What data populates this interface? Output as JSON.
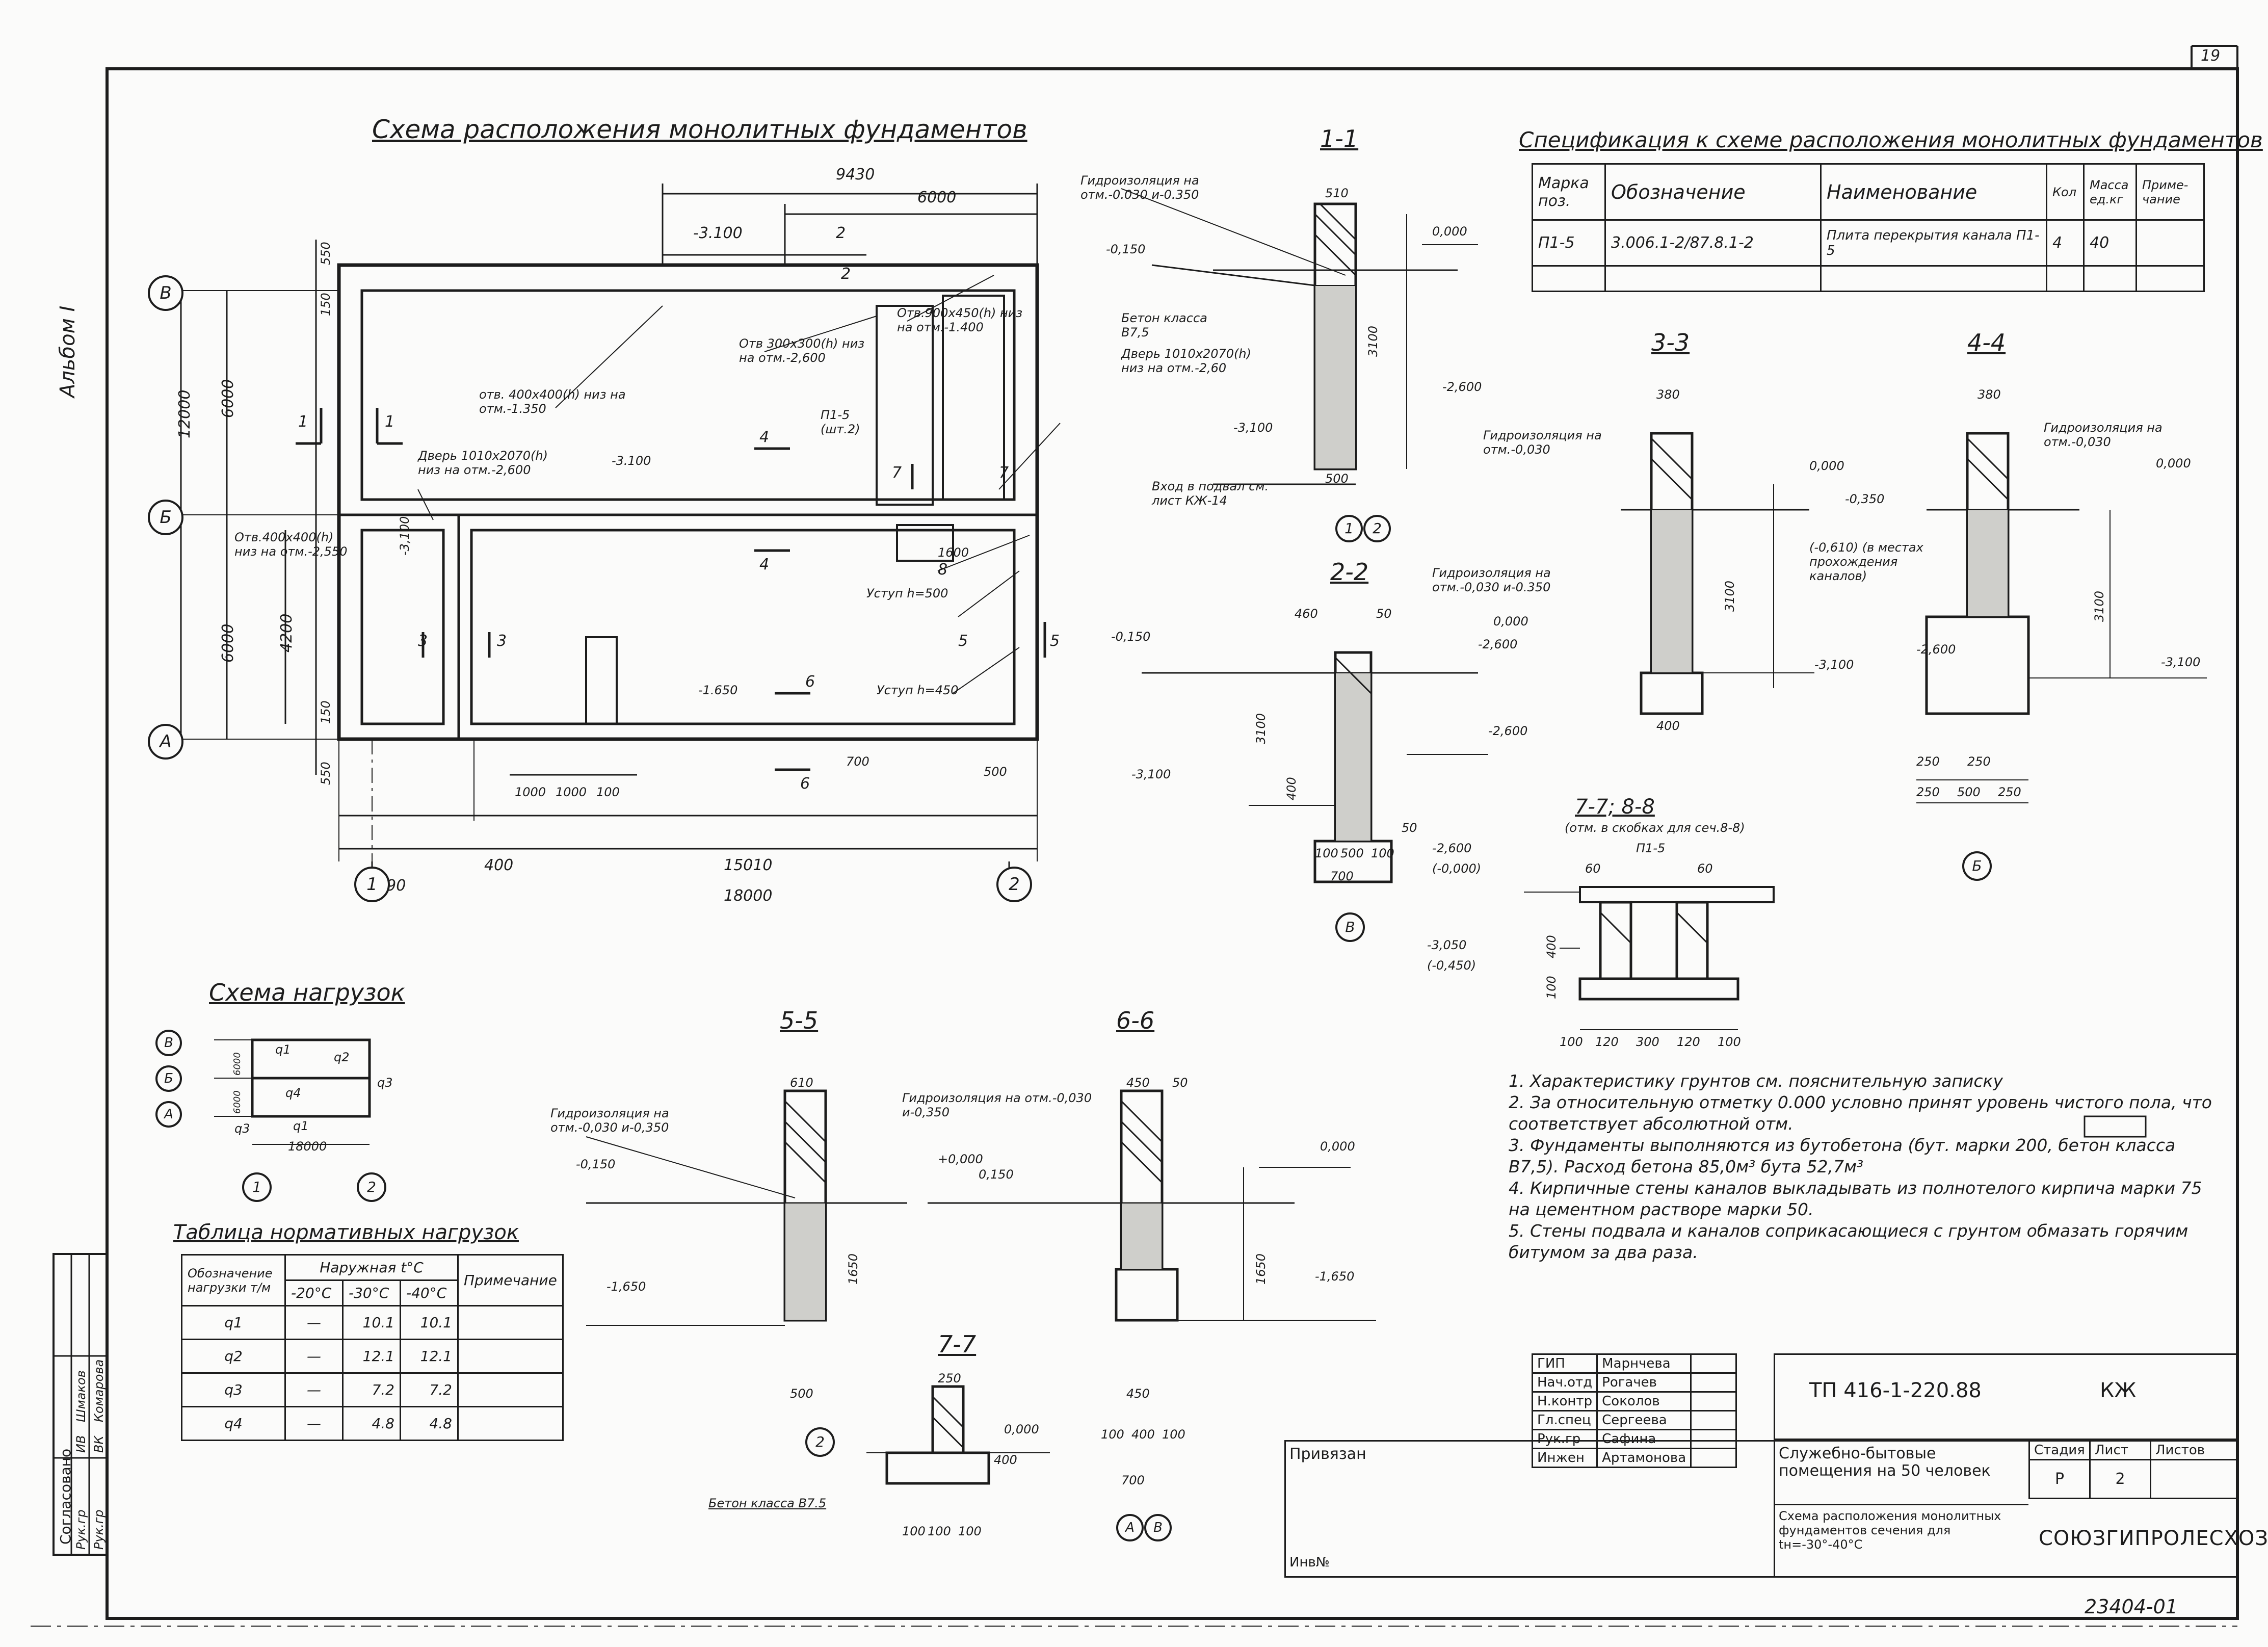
{
  "sheet_number": "19",
  "album": "Альбом I",
  "main_title": "Схема расположения монолитных фундаментов",
  "plan": {
    "dims_top": [
      "9430",
      "6000",
      "-3.100"
    ],
    "dims_bottom": [
      "2590",
      "400",
      "15010",
      "18000",
      "1000",
      "1000",
      "100",
      "700",
      "500"
    ],
    "dims_left": [
      "12000",
      "6000",
      "6000",
      "4200",
      "550",
      "150",
      "550",
      "150"
    ],
    "axes": [
      "В",
      "Б",
      "А",
      "1",
      "2"
    ],
    "notes": [
      "отв. 400х400(h) низ на отм.-1.350",
      "Отв 300х300(h) низ на отм.-2,600",
      "Отв.900х450(h) низ на отм.-1.400",
      "Дверь 1010х2070(h) низ на отм.-2,600",
      "Отв.400х400(h) низ на отм.-2,550",
      "Бетон класса В7,5",
      "Дверь 1010х2070(h) низ на отм.-2,60",
      "П1-5 (шт.2)",
      "Уступ h=500",
      "Уступ h=450",
      "Вход в подвал см. лист КЖ-14",
      "-3.100",
      "-1.650",
      "1600",
      "-3,100"
    ],
    "section_marks": [
      "1",
      "1",
      "2",
      "2",
      "3",
      "3",
      "4",
      "4",
      "5",
      "5",
      "6",
      "6",
      "7",
      "7",
      "8"
    ]
  },
  "spec": {
    "title": "Спецификация к схеме расположения монолитных фундаментов",
    "headers": [
      "Марка поз.",
      "Обозначение",
      "Наименование",
      "Кол",
      "Масса ед.кг",
      "Приме-чание"
    ],
    "rows": [
      [
        "П1-5",
        "3.006.1-2/87.8.1-2",
        "Плита перекрытия канала П1-5",
        "4",
        "40",
        ""
      ]
    ]
  },
  "sections": {
    "s11": {
      "title": "1-1",
      "labels": [
        "Гидроизоляция на отм.-0.030 и-0.350",
        "510",
        "0,000",
        "-0,150",
        "3100",
        "-2,600",
        "-3,100",
        "500",
        "1",
        "2"
      ]
    },
    "s22": {
      "title": "2-2",
      "labels": [
        "Гидроизоляция на отм.-0,030 и-0.350",
        "460",
        "50",
        "0,000",
        "-0,150",
        "-2,600",
        "-2,600",
        "-3,100",
        "3100",
        "400",
        "100",
        "500",
        "100",
        "700",
        "50",
        "В"
      ]
    },
    "s33": {
      "title": "3-3",
      "labels": [
        "380",
        "Гидроизоляция на отм.-0,030",
        "0,000",
        "3100",
        "-3,100",
        "400"
      ]
    },
    "s44": {
      "title": "4-4",
      "labels": [
        "380",
        "Гидроизоляция на отм.-0,030",
        "0,000",
        "-0,350",
        "(-0,610) (в местах прохождения каналов)",
        "-2,600",
        "3100",
        "-3,100",
        "250",
        "250",
        "250",
        "500",
        "250",
        "Б"
      ]
    },
    "s77": {
      "title": "7-7; 8-8",
      "subtitle": "(отм. в скобках для сеч.8-8)",
      "labels": [
        "-2,600",
        "(-0,000)",
        "П1-5",
        "60",
        "60",
        "-3,050",
        "(-0,450)",
        "400",
        "100",
        "100",
        "120",
        "300",
        "120",
        "100"
      ]
    },
    "s55": {
      "title": "5-5",
      "labels": [
        "Гидроизоляция на отм.-0,030 и-0,350",
        "610",
        "-0,150",
        "1650",
        "-1,650",
        "500",
        "2"
      ]
    },
    "s66": {
      "title": "6-6",
      "labels": [
        "Гидроизоляция на отм.-0,030 и-0,350",
        "450",
        "50",
        "+0,000",
        "0,150",
        "0,000",
        "1650",
        "-1,650",
        "450",
        "100",
        "400",
        "100",
        "700",
        "А",
        "В"
      ]
    },
    "s77b": {
      "title": "7-7",
      "labels": [
        "250",
        "0,000",
        "400",
        "100",
        "100",
        "100",
        "Бетон класса В7.5"
      ]
    }
  },
  "loads_scheme": {
    "title": "Схема нагрузок",
    "labels": [
      "q1",
      "q2",
      "q3",
      "q4",
      "q1",
      "q3",
      "6000",
      "6000",
      "18000",
      "В",
      "Б",
      "А",
      "1",
      "2"
    ]
  },
  "loads_table": {
    "title": "Таблица нормативных нагрузок",
    "headers": [
      "Обозначение нагрузки т/м",
      "Наружная t°С",
      "Примечание"
    ],
    "subheaders": [
      "-20°С",
      "-30°С",
      "-40°С"
    ],
    "rows": [
      [
        "q1",
        "—",
        "10.1",
        "10.1",
        ""
      ],
      [
        "q2",
        "—",
        "12.1",
        "12.1",
        ""
      ],
      [
        "q3",
        "—",
        "7.2",
        "7.2",
        ""
      ],
      [
        "q4",
        "—",
        "4.8",
        "4.8",
        ""
      ]
    ]
  },
  "notes": [
    "1. Характеристику грунтов см. пояснительную записку",
    "2. За относительную отметку 0.000 условно принят уровень чистого пола, что соответствует абсолютной отм.",
    "3. Фундаменты выполняются из бутобетона (бут. марки 200, бетон класса В7,5). Расход бетона 85,0м³ бута 52,7м³",
    "4. Кирпичные стены каналов выкладывать из полнотелого кирпича марки 75 на цементном растворе марки 50.",
    "5. Стены подвала и каналов соприкасающиеся с грунтом обмазать горячим битумом за два раза."
  ],
  "stamp": {
    "doc_code": "ТП 416-1-220.88",
    "doc_mark": "КЖ",
    "people": [
      [
        "ГИП",
        "Марнчева"
      ],
      [
        "Нач.отд",
        "Рогачев"
      ],
      [
        "Н.контр",
        "Соколов"
      ],
      [
        "Гл.спец",
        "Сергеева"
      ],
      [
        "Рук.гр",
        "Сафина"
      ],
      [
        "Инжен",
        "Артамонова"
      ]
    ],
    "bound": "Привязан",
    "inv": "Инв№",
    "project": "Служебно-бытовые помещения на 50 человек",
    "sheet_title": "Схема расположения монолитных фундаментов сечения для tн=-30°-40°С",
    "stage_h": "Стадия",
    "sheet_h": "Лист",
    "sheets_h": "Листов",
    "stage": "Р",
    "sheet": "2",
    "sheets": "",
    "org": "СОЮЗГИПРОЛЕСХОЗ"
  },
  "side_stamp": {
    "title": "Согласовано",
    "rows": [
      [
        "Рук.гр",
        "ИВ",
        "Шмаков"
      ],
      [
        "Рук.гр",
        "ВК",
        "Комарова"
      ]
    ]
  },
  "bottom_code": "23404-01"
}
